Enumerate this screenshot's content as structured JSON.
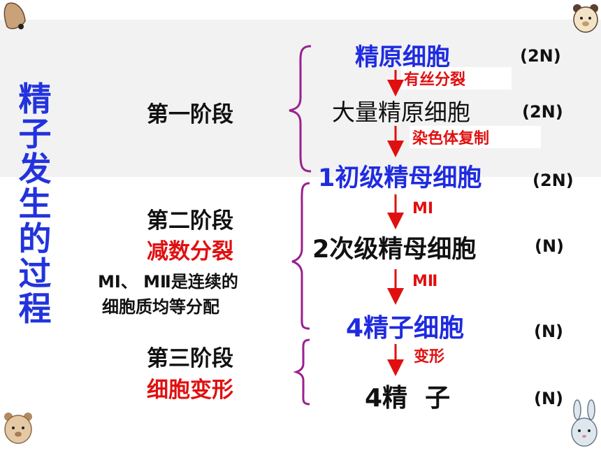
{
  "title_chars": [
    "精",
    "子",
    "发",
    "生",
    "的",
    "过",
    "程"
  ],
  "stages": [
    {
      "name": "第一阶段",
      "sub": ""
    },
    {
      "name": "第二阶段",
      "sub": "减数分裂"
    },
    {
      "name": "第三阶段",
      "sub": "细胞变形"
    }
  ],
  "note_lines": [
    "MⅠ、 MⅡ是连续的",
    "细胞质均等分配"
  ],
  "cells": [
    {
      "label": "精原细胞",
      "ploidy": "(2N)"
    },
    {
      "label": "大量精原细胞",
      "ploidy": "(2N)"
    },
    {
      "label": "1初级精母细胞",
      "ploidy": "(2N)"
    },
    {
      "label": "2次级精母细胞",
      "ploidy": "(N)"
    },
    {
      "label": "4精子细胞",
      "ploidy": "(N)"
    },
    {
      "label": "4精  子",
      "ploidy": "(N)"
    }
  ],
  "steps": [
    "有丝分裂",
    "染色体复制",
    "MⅠ",
    "MⅡ",
    "变形"
  ],
  "colors": {
    "title": "#2233dd",
    "accent_red": "#e01010",
    "bracket": "#9b1f8f",
    "arrow": "#e01010"
  },
  "decor": [
    "bear-face-icon",
    "bear-face-icon",
    "bear-face-icon",
    "bunny-face-icon",
    "leaf-icon"
  ]
}
